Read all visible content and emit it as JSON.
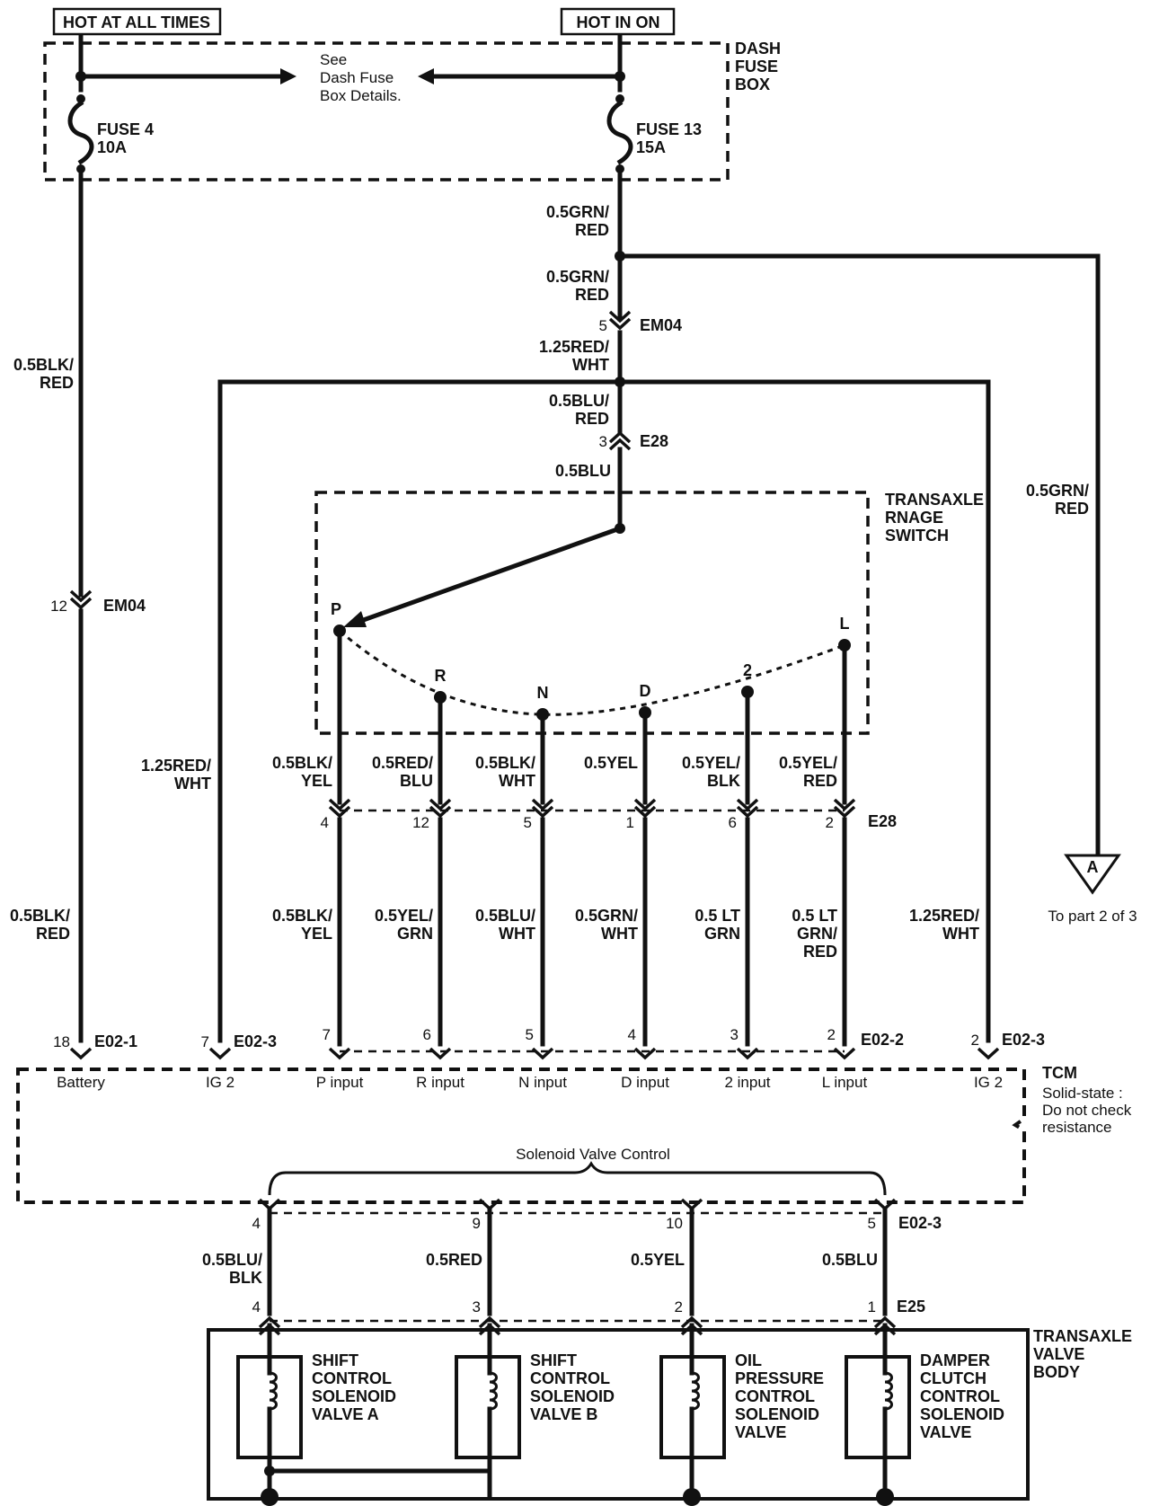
{
  "power": {
    "hot_at_all_times": "HOT AT ALL TIMES",
    "hot_in_on": "HOT IN ON",
    "dash_fuse_box": [
      "DASH",
      "FUSE",
      "BOX"
    ],
    "see_details": [
      "See",
      "Dash Fuse",
      "Box Details."
    ],
    "fuse4": [
      "FUSE 4",
      "10A"
    ],
    "fuse13": [
      "FUSE 13",
      "15A"
    ]
  },
  "wires": {
    "blk_red_upper": [
      "0.5BLK/",
      "RED"
    ],
    "blk_red_lower": [
      "0.5BLK/",
      "RED"
    ],
    "grn_red_1": [
      "0.5GRN/",
      "RED"
    ],
    "grn_red_2": [
      "0.5GRN/",
      "RED"
    ],
    "red_wht_top": [
      "1.25RED/",
      "WHT"
    ],
    "blu_red": [
      "0.5BLU/",
      "RED"
    ],
    "blu": "0.5BLU",
    "grn_red_right": [
      "0.5GRN/",
      "RED"
    ],
    "ig2_left": [
      "1.25RED/",
      "WHT"
    ],
    "ig2_right": [
      "1.25RED/",
      "WHT"
    ]
  },
  "connectors": {
    "em04_pin5": "5",
    "em04": "EM04",
    "e28_pin3": "3",
    "e28": "E28",
    "em04_pin12": "12",
    "em04_b": "EM04",
    "e28_b": "E28",
    "e02_2": "E02-2",
    "e02_1": "E02-1",
    "e02_3a": "E02-3",
    "e02_3b": "E02-3",
    "e02_3c": "E02-3",
    "e25": "E25",
    "pin_18": "18",
    "pin_7": "7",
    "pin_2": "2"
  },
  "switch": {
    "title": [
      "TRANSAXLE",
      "RNAGE",
      "SWITCH"
    ],
    "positions": [
      "P",
      "R",
      "N",
      "D",
      "2",
      "L"
    ],
    "upper_wires": [
      [
        "0.5BLK/",
        "YEL"
      ],
      [
        "0.5RED/",
        "BLU"
      ],
      [
        "0.5BLK/",
        "WHT"
      ],
      [
        "0.5YEL"
      ],
      [
        "0.5YEL/",
        "BLK"
      ],
      [
        "0.5YEL/",
        "RED"
      ]
    ],
    "e28_pins": [
      "4",
      "12",
      "5",
      "1",
      "6",
      "2"
    ],
    "lower_wires": [
      [
        "0.5BLK/",
        "YEL"
      ],
      [
        "0.5YEL/",
        "GRN"
      ],
      [
        "0.5BLU/",
        "WHT"
      ],
      [
        "0.5GRN/",
        "WHT"
      ],
      [
        "0.5 LT",
        "GRN"
      ],
      [
        "0.5 LT",
        "GRN/",
        "RED"
      ]
    ],
    "e02_pins": [
      "7",
      "6",
      "5",
      "4",
      "3",
      "2"
    ]
  },
  "tcm": {
    "title": "TCM",
    "note": [
      "Solid-state :",
      "Do not check",
      "resistance"
    ],
    "inputs": [
      "Battery",
      "IG 2",
      "P input",
      "R input",
      "N input",
      "D input",
      "2 input",
      "L input",
      "IG 2"
    ],
    "solenoid_control": "Solenoid Valve Control"
  },
  "offpage": {
    "marker": "A",
    "text": "To  part 2 of 3"
  },
  "valves": {
    "body_title": [
      "TRANSAXLE",
      "VALVE",
      "BODY"
    ],
    "e02_pins": [
      "4",
      "9",
      "10",
      "5"
    ],
    "wires": [
      [
        "0.5BLU/",
        "BLK"
      ],
      [
        "0.5RED"
      ],
      [
        "0.5YEL"
      ],
      [
        "0.5BLU"
      ]
    ],
    "e25_pins": [
      "4",
      "3",
      "2",
      "1"
    ],
    "names": [
      [
        "SHIFT",
        "CONTROL",
        "SOLENOID",
        "VALVE A"
      ],
      [
        "SHIFT",
        "CONTROL",
        "SOLENOID",
        "VALVE B"
      ],
      [
        "OIL",
        "PRESSURE",
        "CONTROL",
        "SOLENOID",
        "VALVE"
      ],
      [
        "DAMPER",
        "CLUTCH",
        "CONTROL",
        "SOLENOID",
        "VALVE"
      ]
    ]
  }
}
